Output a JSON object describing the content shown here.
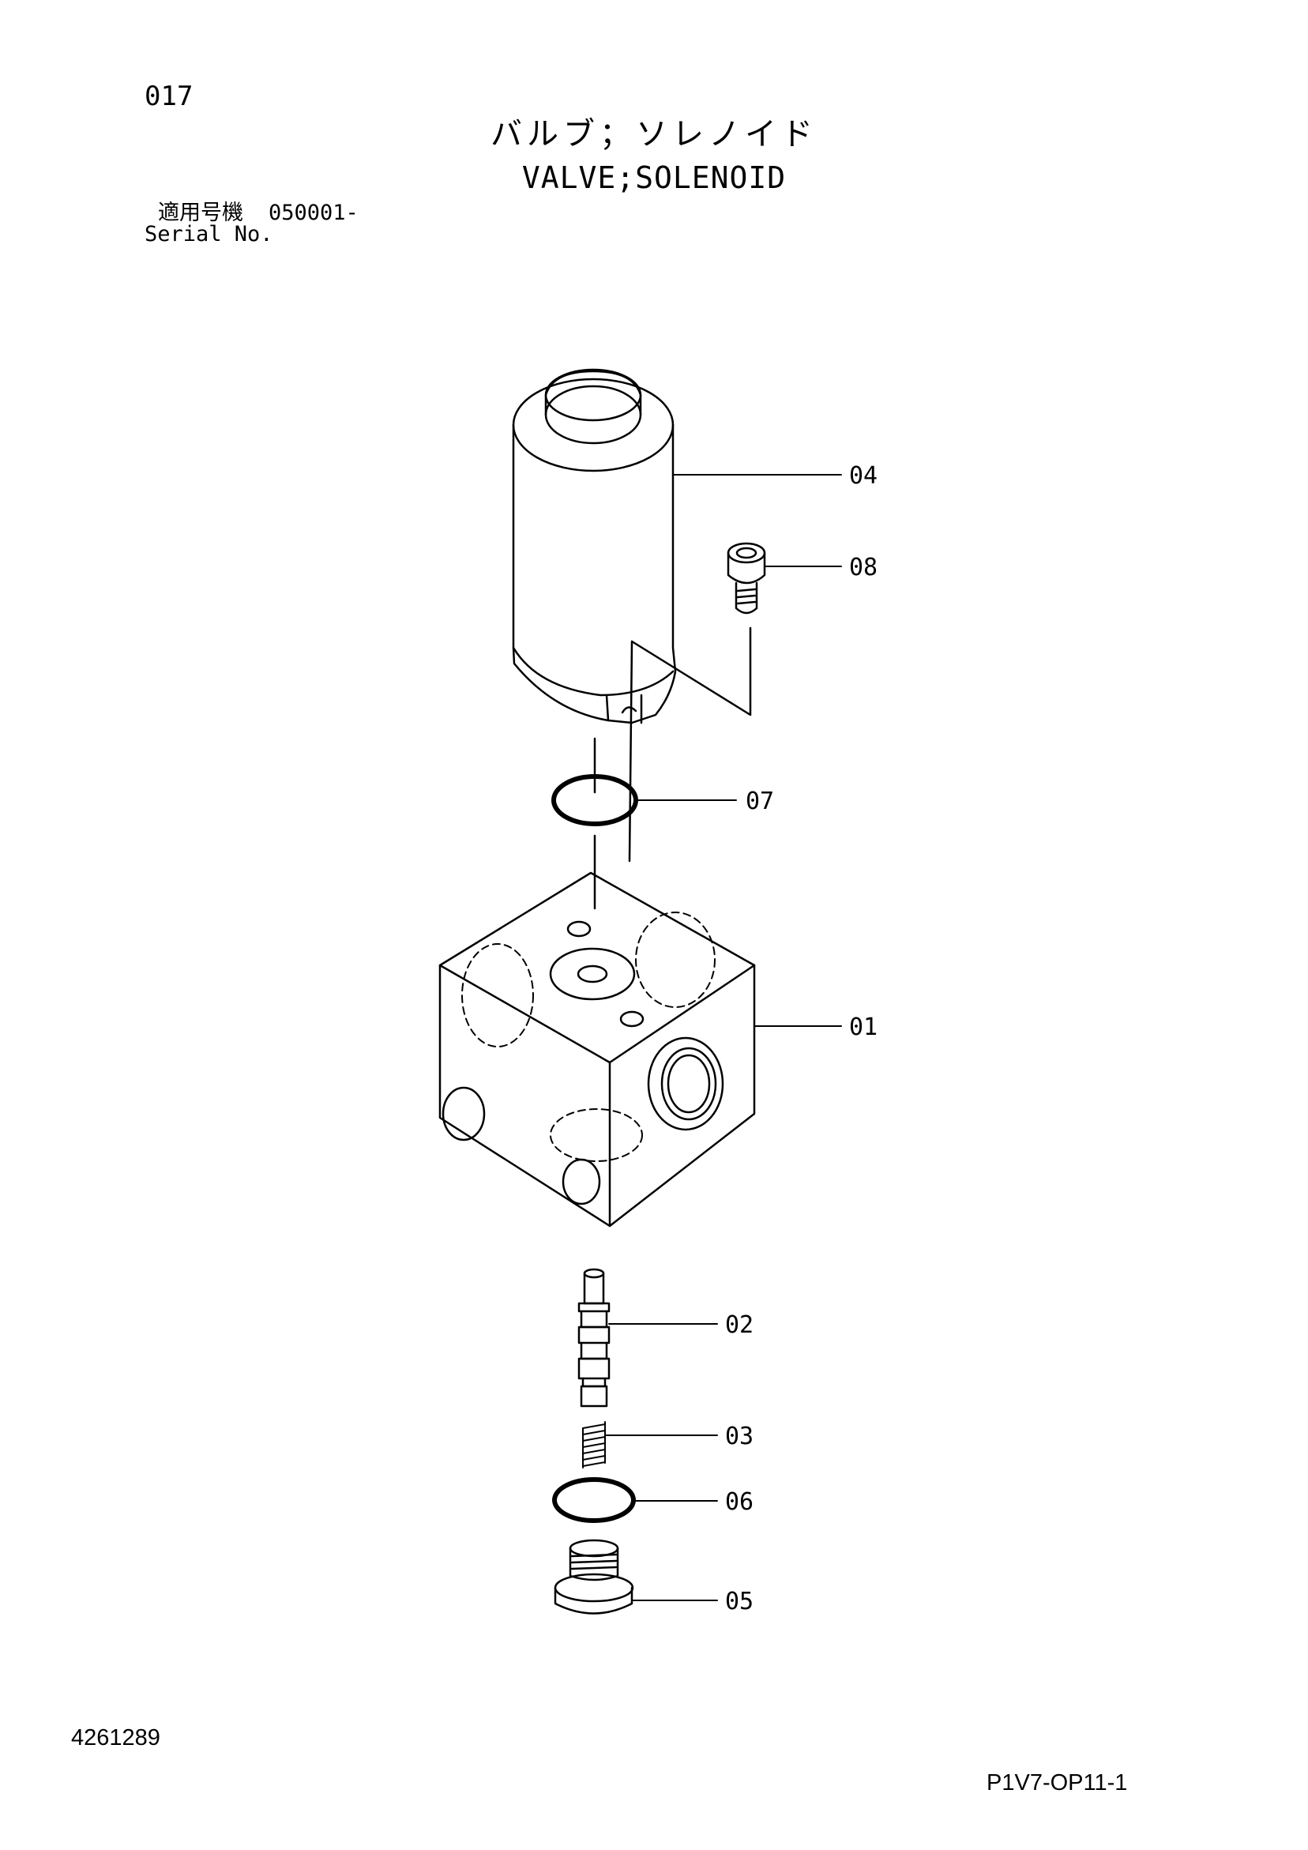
{
  "header": {
    "page_number": "017",
    "title_jp": "バルブ；ソレノイド",
    "title_en": "VALVE;SOLENOID",
    "serial_label_jp": "適用号機",
    "serial_label_en": "Serial No.",
    "serial_value": "050001-"
  },
  "parts": [
    {
      "number": "04",
      "name": "solenoid-coil"
    },
    {
      "number": "08",
      "name": "socket-bolt"
    },
    {
      "number": "07",
      "name": "o-ring-upper"
    },
    {
      "number": "01",
      "name": "valve-body"
    },
    {
      "number": "02",
      "name": "spool"
    },
    {
      "number": "03",
      "name": "spring"
    },
    {
      "number": "06",
      "name": "o-ring-lower"
    },
    {
      "number": "05",
      "name": "plug"
    }
  ],
  "footer": {
    "drawing_number": "4261289",
    "sheet_code": "P1V7-OP11-1"
  }
}
